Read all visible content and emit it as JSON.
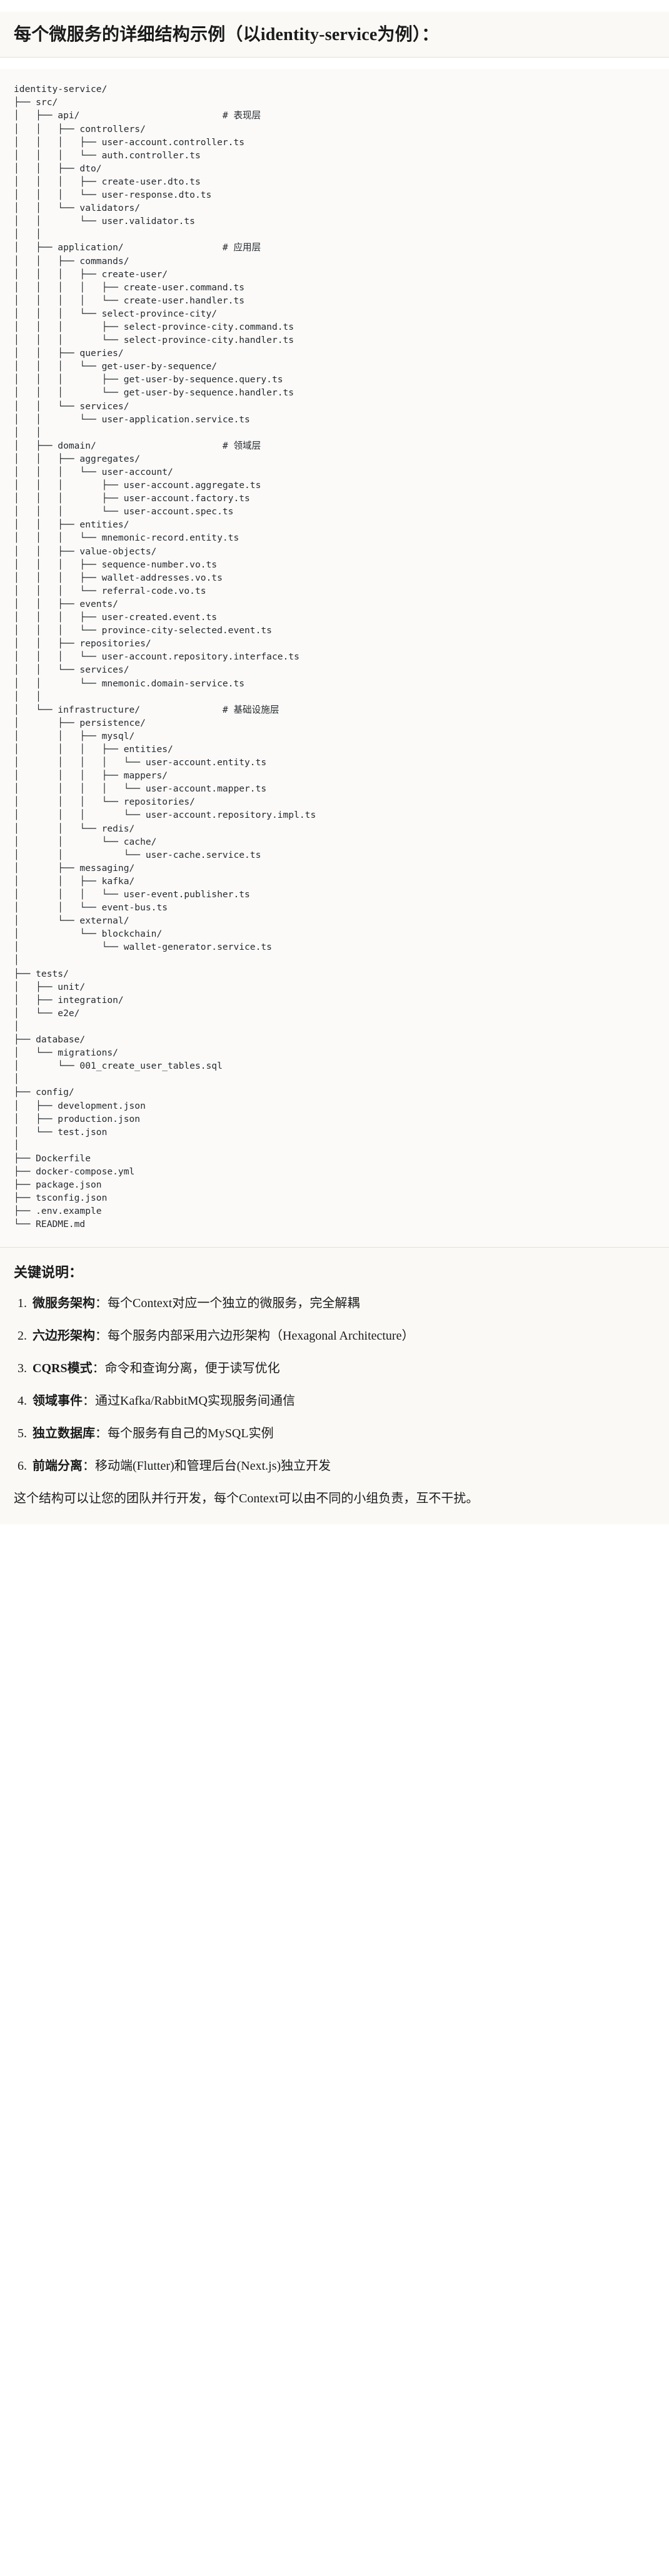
{
  "heading": "每个微服务的详细结构示例（以identity-service为例）：",
  "tree": {
    "root": "identity-service/",
    "comments": {
      "api": "# 表现层",
      "application": "# 应用层",
      "domain": "# 领域层",
      "infrastructure": "# 基础设施层"
    },
    "text": "identity-service/\n├── src/\n│   ├── api/                          # 表现层\n│   │   ├── controllers/\n│   │   │   ├── user-account.controller.ts\n│   │   │   └── auth.controller.ts\n│   │   ├── dto/\n│   │   │   ├── create-user.dto.ts\n│   │   │   └── user-response.dto.ts\n│   │   └── validators/\n│   │       └── user.validator.ts\n│   │\n│   ├── application/                  # 应用层\n│   │   ├── commands/\n│   │   │   ├── create-user/\n│   │   │   │   ├── create-user.command.ts\n│   │   │   │   └── create-user.handler.ts\n│   │   │   └── select-province-city/\n│   │   │       ├── select-province-city.command.ts\n│   │   │       └── select-province-city.handler.ts\n│   │   ├── queries/\n│   │   │   └── get-user-by-sequence/\n│   │   │       ├── get-user-by-sequence.query.ts\n│   │   │       └── get-user-by-sequence.handler.ts\n│   │   └── services/\n│   │       └── user-application.service.ts\n│   │\n│   ├── domain/                       # 领域层\n│   │   ├── aggregates/\n│   │   │   └── user-account/\n│   │   │       ├── user-account.aggregate.ts\n│   │   │       ├── user-account.factory.ts\n│   │   │       └── user-account.spec.ts\n│   │   ├── entities/\n│   │   │   └── mnemonic-record.entity.ts\n│   │   ├── value-objects/\n│   │   │   ├── sequence-number.vo.ts\n│   │   │   ├── wallet-addresses.vo.ts\n│   │   │   └── referral-code.vo.ts\n│   │   ├── events/\n│   │   │   ├── user-created.event.ts\n│   │   │   └── province-city-selected.event.ts\n│   │   ├── repositories/\n│   │   │   └── user-account.repository.interface.ts\n│   │   └── services/\n│   │       └── mnemonic.domain-service.ts\n│   │\n│   └── infrastructure/               # 基础设施层\n│       ├── persistence/\n│       │   ├── mysql/\n│       │   │   ├── entities/\n│       │   │   │   └── user-account.entity.ts\n│       │   │   ├── mappers/\n│       │   │   │   └── user-account.mapper.ts\n│       │   │   └── repositories/\n│       │   │       └── user-account.repository.impl.ts\n│       │   └── redis/\n│       │       └── cache/\n│       │           └── user-cache.service.ts\n│       ├── messaging/\n│       │   ├── kafka/\n│       │   │   └── user-event.publisher.ts\n│       │   └── event-bus.ts\n│       └── external/\n│           └── blockchain/\n│               └── wallet-generator.service.ts\n│\n├── tests/\n│   ├── unit/\n│   ├── integration/\n│   └── e2e/\n│\n├── database/\n│   └── migrations/\n│       └── 001_create_user_tables.sql\n│\n├── config/\n│   ├── development.json\n│   ├── production.json\n│   └── test.json\n│\n├── Dockerfile\n├── docker-compose.yml\n├── package.json\n├── tsconfig.json\n├── .env.example\n└── README.md"
  },
  "notes": {
    "title": "关键说明：",
    "items": [
      {
        "label": "微服务架构",
        "body": "：每个Context对应一个独立的微服务，完全解耦"
      },
      {
        "label": "六边形架构",
        "body": "：每个服务内部采用六边形架构（Hexagonal Architecture）"
      },
      {
        "label": "CQRS模式",
        "body": "：命令和查询分离，便于读写优化"
      },
      {
        "label": "领域事件",
        "body": "：通过Kafka/RabbitMQ实现服务间通信"
      },
      {
        "label": "独立数据库",
        "body": "：每个服务有自己的MySQL实例"
      },
      {
        "label": "前端分离",
        "body": "：移动端(Flutter)和管理后台(Next.js)独立开发"
      }
    ],
    "closing": "这个结构可以让您的团队并行开发，每个Context可以由不同的小组负责，互不干扰。"
  }
}
